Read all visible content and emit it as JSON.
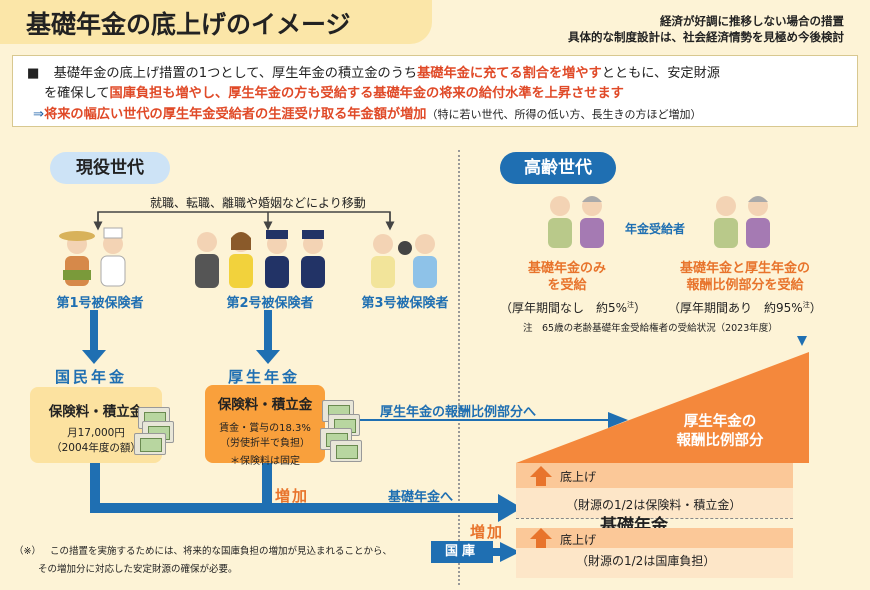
{
  "header": {
    "title": "基礎年金の底上げのイメージ",
    "note_line1": "経済が好調に推移しない場合の措置",
    "note_line2": "具体的な制度設計は、社会経済情勢を見極め今後検討"
  },
  "summary": {
    "bullet": "■",
    "line1_a": "基礎年金の底上げ措置の1つとして、厚生年金の積立金のうち",
    "line1_hl": "基礎年金に充てる割合を増やす",
    "line1_b": "とともに、安定財源",
    "line2_a": "を確保して",
    "line2_hl": "国庫負担も増やし、厚生年金の方も受給する基礎年金の将来の給付水準を上昇させます",
    "line3_arrow": "⇒",
    "line3_hl": "将来の幅広い世代の厚生年金受給者の生涯受け取る年金額が増加",
    "line3_b": "（特に若い世代、所得の低い方、長生きの方ほど増加）"
  },
  "working": {
    "title": "現役世代",
    "move_label": "就職、転職、離職や婚姻などにより移動",
    "insured1": "第1号被保険者",
    "insured2": "第2号被保険者",
    "insured3": "第3号被保険者"
  },
  "elderly": {
    "title": "高齢世代",
    "recipients": "年金受給者",
    "group1_l1": "基礎年金のみ",
    "group1_l2": "を受給",
    "group1_note": "（厚年期間なし　約5%",
    "group2_l1": "基礎年金と厚生年金の",
    "group2_l2": "報酬比例部分を受給",
    "group2_note": "（厚年期間あり　約95%",
    "footnote_mark": "注",
    "close_paren": "）",
    "footnote": "注　65歳の老齢基礎年金受給権者の受給状況（2023年度）"
  },
  "kokumin": {
    "title": "国民年金",
    "box_title": "保険料・積立金",
    "amount": "月17,000円",
    "amount_note": "（2004年度の額）"
  },
  "kosei": {
    "title": "厚生年金",
    "box_title": "保険料・積立金",
    "rate": "賃金・賞与の18.3%",
    "rate_note": "（労使折半で負担）",
    "fixed": "＊保険料は固定"
  },
  "flows": {
    "to_hirei": "厚生年金の報酬比例部分へ",
    "increase": "増加",
    "to_kiso": "基礎年金へ",
    "increase2": "増加",
    "kokko": "国庫"
  },
  "result": {
    "hirei_l1": "厚生年金の",
    "hirei_l2": "報酬比例部分",
    "kiso": "基礎年金",
    "raise1": "底上げ",
    "raise1_note": "（財源の1/2は保険料・積立金）",
    "raise2": "底上げ",
    "raise2_note": "（財源の1/2は国庫負担）"
  },
  "footer": {
    "mark": "（※）",
    "line1": "この措置を実施するためには、将来的な国庫負担の増加が見込まれることから、",
    "line2": "その増加分に対応した安定財源の確保が必要。"
  },
  "colors": {
    "accent_orange": "#e8742c",
    "accent_blue": "#1f6fb2",
    "highlight_red": "#e04a28",
    "background": "#fdf3d6"
  }
}
